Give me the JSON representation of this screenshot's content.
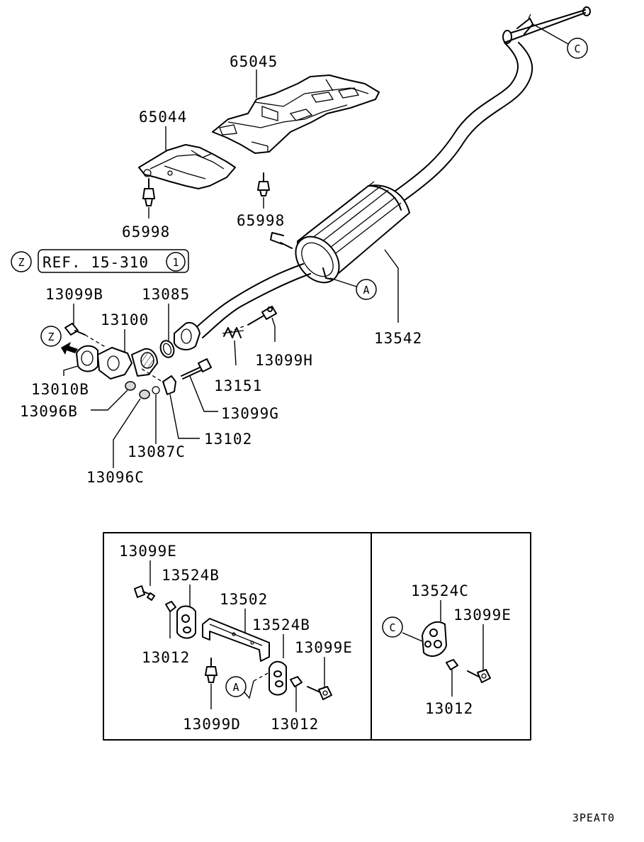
{
  "parts": {
    "heat_protector_rear": "65045",
    "heat_protector_front": "65044",
    "bolt_left": "65998",
    "bolt_right": "65998",
    "muffler_main": "13542",
    "bolt_13099B": "13099B",
    "bolt_13099H": "13099H",
    "bolt_13099G": "13099G",
    "gasket_13085": "13085",
    "flange_13100": "13100",
    "gasket_13010B": "13010B",
    "nut_13096B": "13096B",
    "nut_13096C": "13096C",
    "washer_13087C": "13087C",
    "bracket_13102": "13102",
    "spring_13151": "13151"
  },
  "reference": {
    "zone_letter": "Z",
    "text": "REF. 15-310",
    "circled_number": "1",
    "arrow_zone_letter": "Z"
  },
  "callouts": {
    "a_main": "A",
    "c_main": "C",
    "a_inset": "A",
    "c_inset": "C"
  },
  "inset_left": {
    "bolt_top": "13099E",
    "hanger_left": "13524B",
    "bracket": "13502",
    "hanger_right": "13524B",
    "bolt_right": "13099E",
    "bushing_left": "13012",
    "bolt_bottom": "13099D",
    "bushing_right": "13012"
  },
  "inset_right": {
    "hanger": "13524C",
    "bolt": "13099E",
    "bushing": "13012"
  },
  "diagram_code": "3PEAT0"
}
